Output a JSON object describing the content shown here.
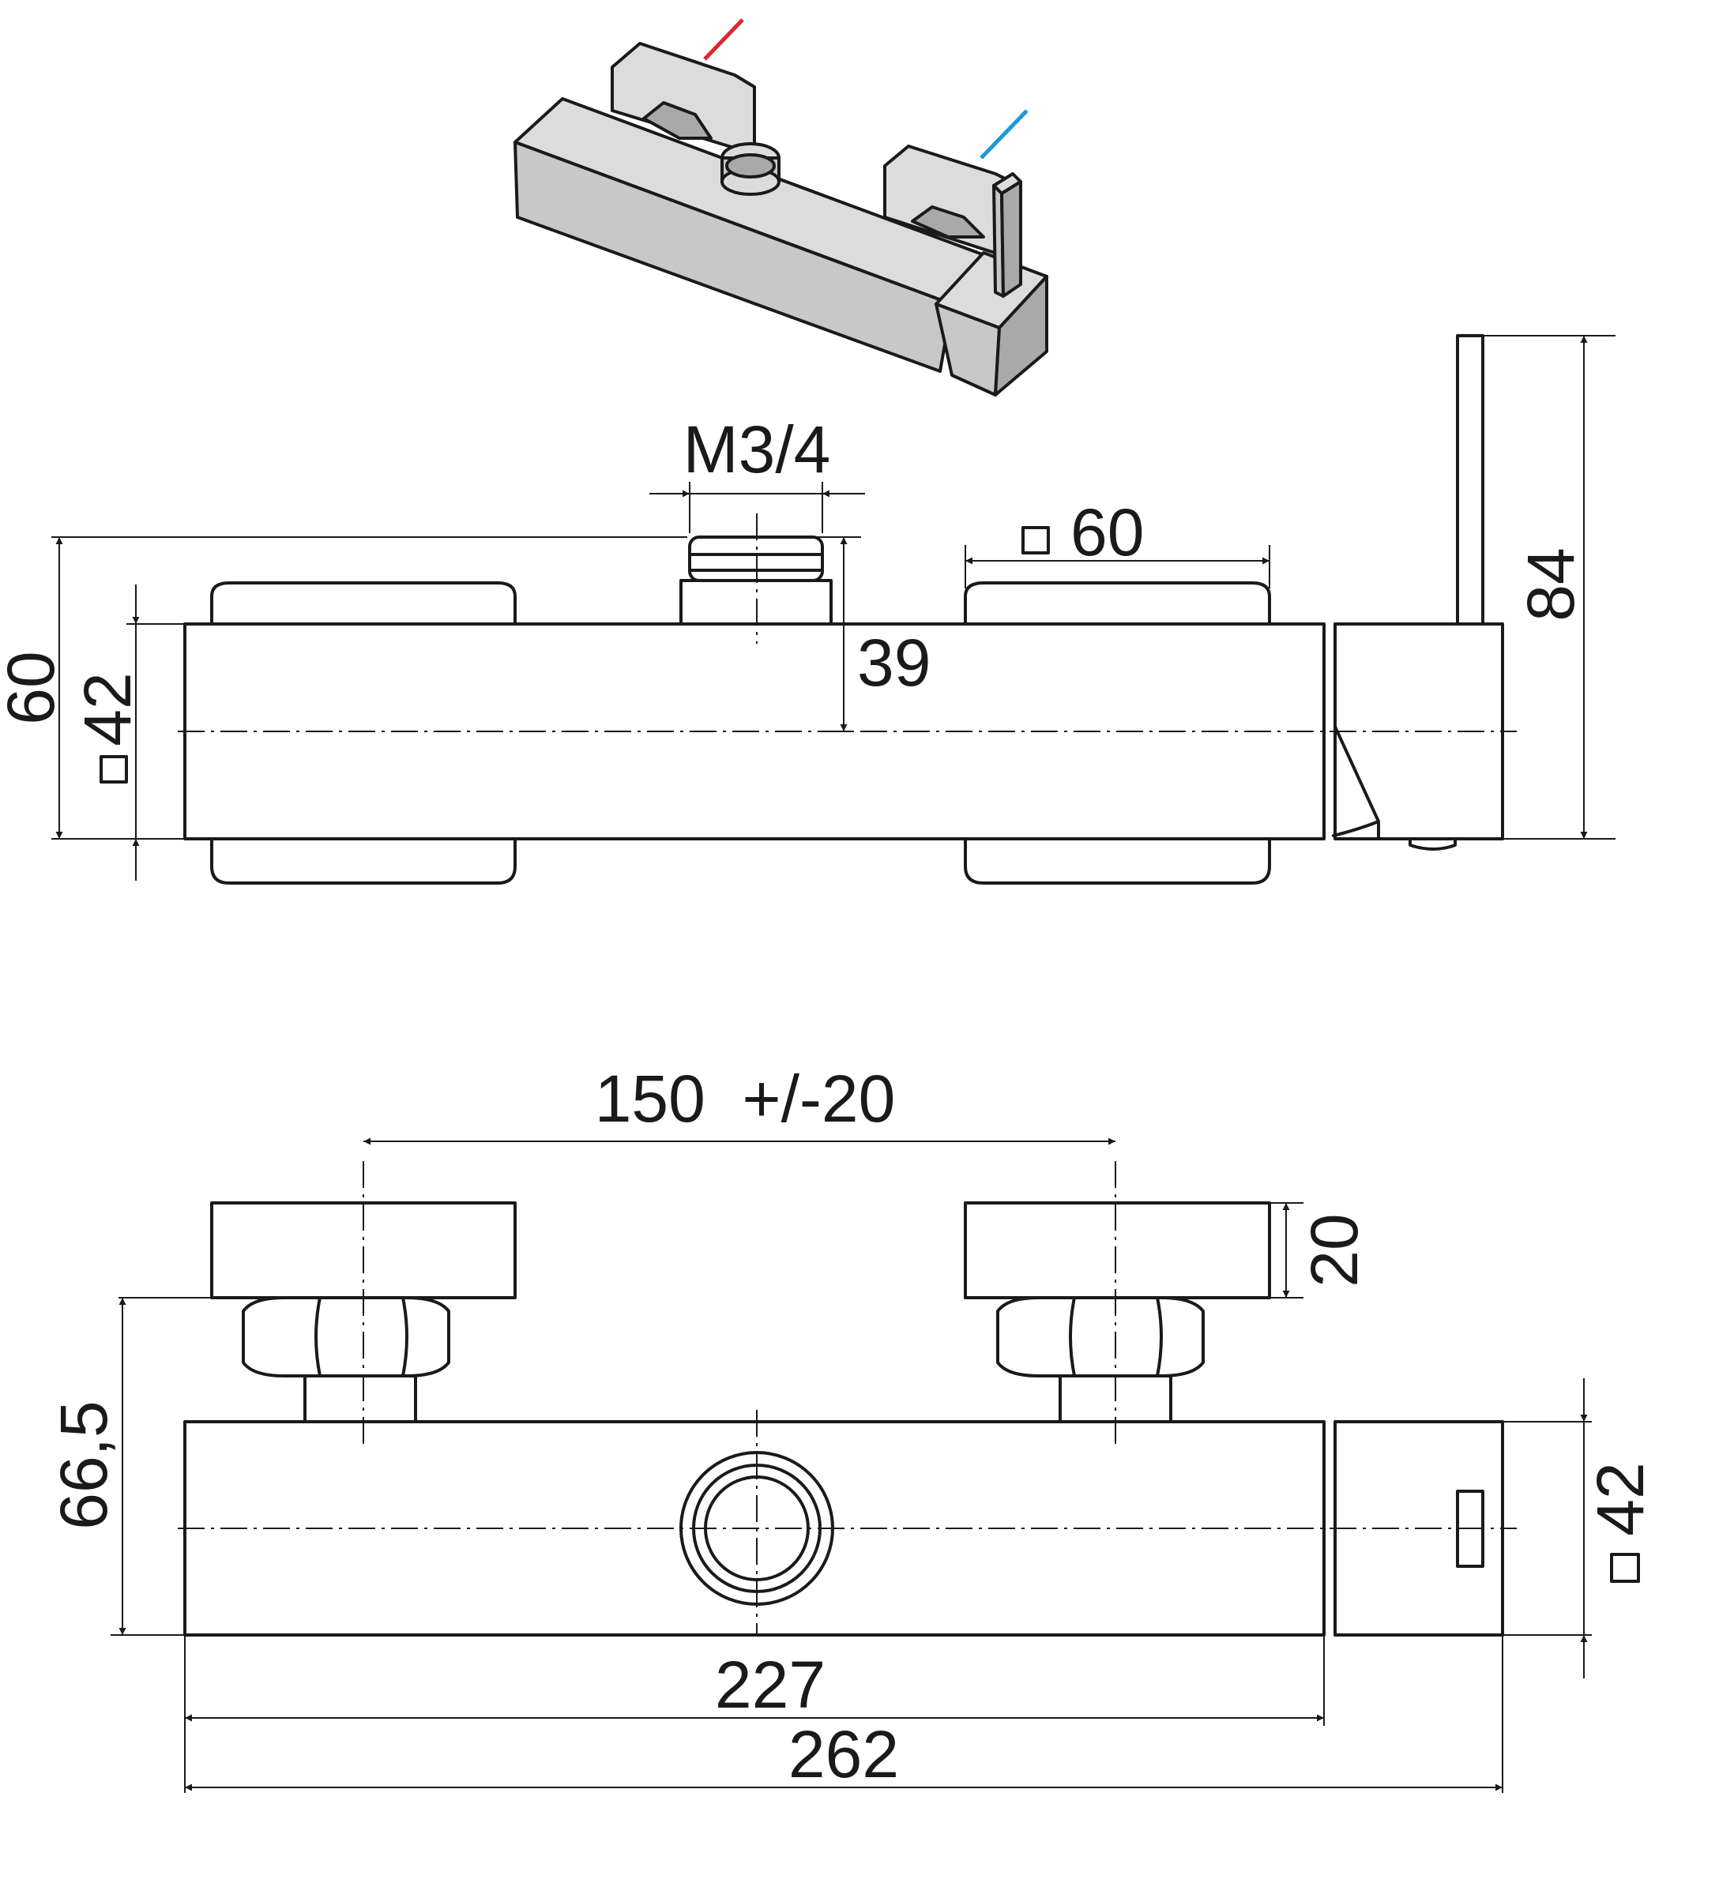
{
  "dimensions": {
    "thread": "M3/4",
    "total_height": "60",
    "body_square_left": "42",
    "center_height": "39",
    "handle_square": "60",
    "lever_height": "84",
    "connection_spacing": "150  +/-20",
    "handle_thickness": "20",
    "wall_distance": "66,5",
    "body_square_right": "42",
    "body_length": "227",
    "total_length": "262"
  },
  "colors": {
    "hot": "#e0262b",
    "cold": "#1e9ad6",
    "body_fill": "#c8c8c8",
    "line": "#1a1a1a"
  }
}
